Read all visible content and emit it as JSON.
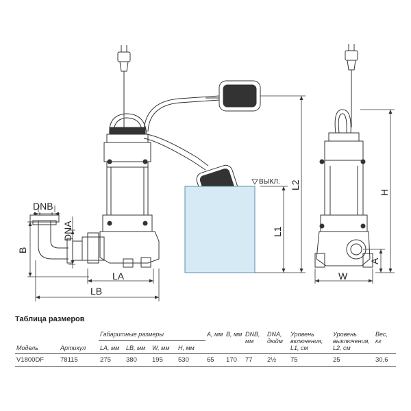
{
  "drawing": {
    "labels": {
      "dnb": "DNB",
      "dna": "DNA",
      "b": "B",
      "la": "LA",
      "lb": "LB",
      "off": "ВЫКЛ.",
      "l1": "L1",
      "l2": "L2",
      "h": "H",
      "a": "A",
      "w": "W"
    },
    "colors": {
      "line": "#333333",
      "water": "#d6eaf5",
      "water_edge": "#5a8db0"
    }
  },
  "table": {
    "title": "Таблица размеров",
    "headers": {
      "model": "Модель",
      "article": "Артикул",
      "group": "Габаритные размеры",
      "la": "LA, мм",
      "lb": "LB, мм",
      "w": "W, мм",
      "h": "H, мм",
      "a": "A, мм",
      "b": "B, мм",
      "dnb": "DNB, мм",
      "dna": "DNA, дюйм",
      "l1": "Уровень включения, L1, см",
      "l2": "Уровень выключения, L2, см",
      "weight": "Вес, кг"
    },
    "rows": [
      {
        "model": "V1800DF",
        "article": "78115",
        "la": "275",
        "lb": "380",
        "w": "195",
        "h": "530",
        "a": "65",
        "b": "170",
        "dnb": "77",
        "dna": "2½",
        "l1": "75",
        "l2": "25",
        "weight": "30,6"
      }
    ]
  }
}
